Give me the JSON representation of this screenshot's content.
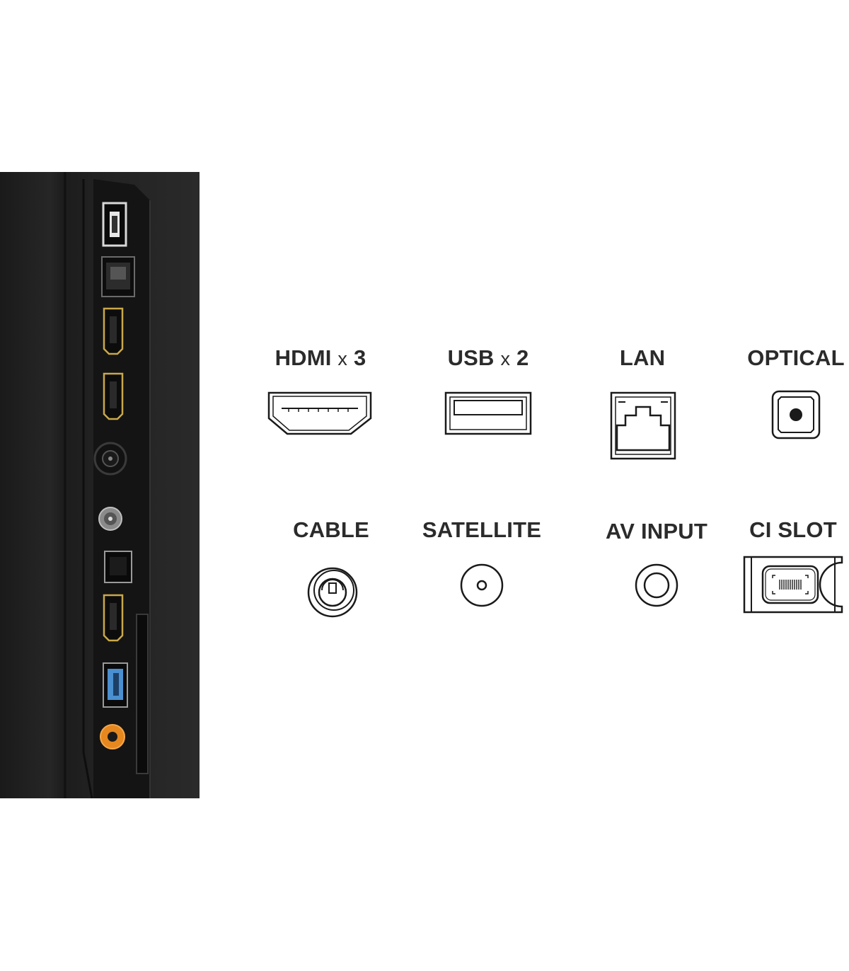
{
  "connectors": [
    {
      "name": "HDMI",
      "multiplier": "x",
      "count": "3",
      "icon": "hdmi-port-icon"
    },
    {
      "name": "USB",
      "multiplier": "x",
      "count": "2",
      "icon": "usb-port-icon"
    },
    {
      "name": "LAN",
      "icon": "lan-port-icon"
    },
    {
      "name": "OPTICAL",
      "icon": "optical-port-icon"
    },
    {
      "name": "CABLE",
      "icon": "cable-port-icon"
    },
    {
      "name": "SATELLITE",
      "icon": "satellite-port-icon"
    },
    {
      "name": "AV INPUT",
      "icon": "av-input-icon"
    },
    {
      "name": "CI SLOT",
      "icon": "ci-slot-icon"
    }
  ],
  "colors": {
    "panel_dark": "#1c1c1c",
    "panel_mid": "#2a2a2a",
    "label_text": "#2b2b2b",
    "usb3_blue": "#3f7fc0",
    "av_orange": "#e6881f",
    "icon_stroke": "#1a1a1a"
  }
}
